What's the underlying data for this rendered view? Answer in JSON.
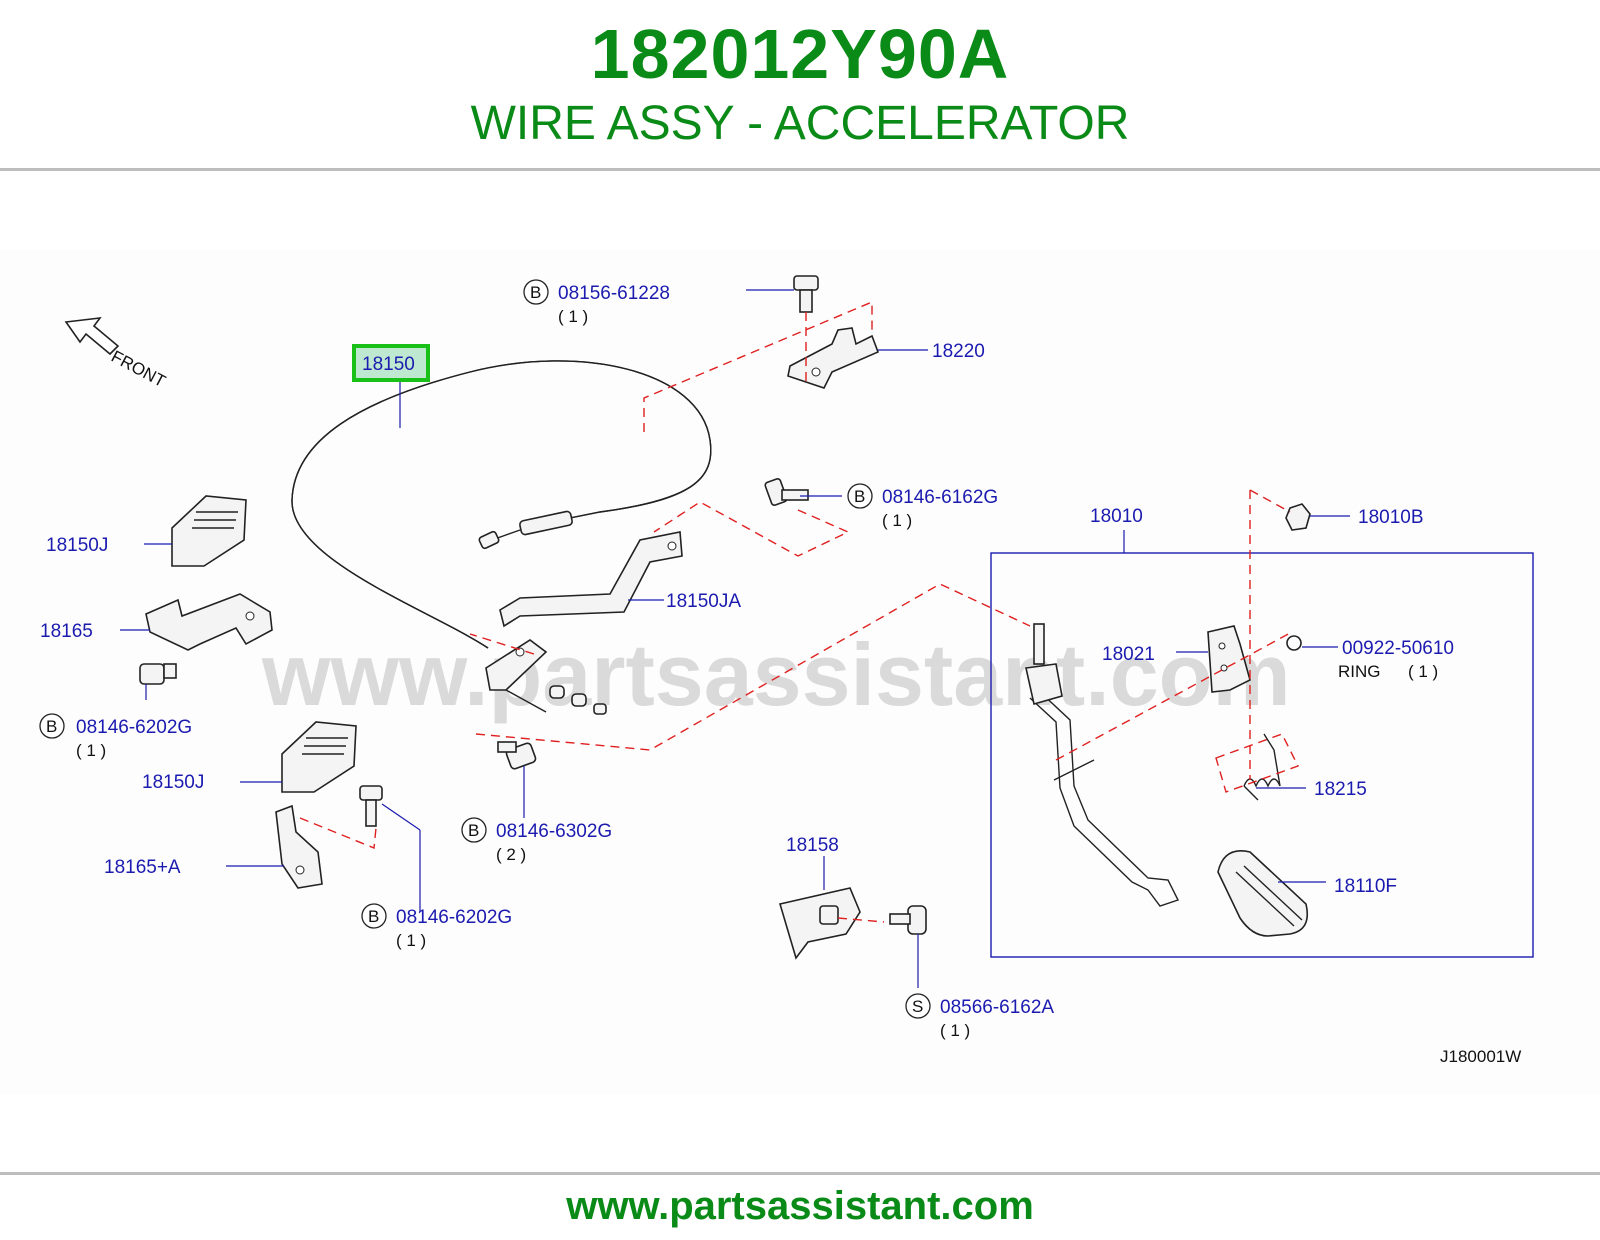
{
  "header": {
    "part_number": "182012Y90A",
    "part_title": "WIRE ASSY - ACCELERATOR"
  },
  "footer": {
    "url": "www.partsassistant.com"
  },
  "diagram": {
    "watermark": "www.partsassistant.com",
    "front_label": "FRONT",
    "figure_code": "J180001W",
    "highlight_color": "#18c018",
    "label_color": "#1b1bb0",
    "title_color": "#0a8a16",
    "callouts": {
      "c18150": {
        "text": "18150"
      },
      "c18220": {
        "text": "18220"
      },
      "c18010": {
        "text": "18010"
      },
      "c18010B": {
        "text": "18010B"
      },
      "c18150J_a": {
        "text": "18150J"
      },
      "c18165": {
        "text": "18165"
      },
      "c18150JA": {
        "text": "18150JA"
      },
      "c18021": {
        "text": "18021"
      },
      "c00922": {
        "text": "00922-50610",
        "note": "RING",
        "qty": "( 1 )"
      },
      "c18150J_b": {
        "text": "18150J"
      },
      "c18215": {
        "text": "18215"
      },
      "c18165A": {
        "text": "18165+A"
      },
      "c18158": {
        "text": "18158"
      },
      "c18110F": {
        "text": "18110F"
      },
      "b08156": {
        "prefix": "B",
        "text": "08156-61228",
        "qty": "( 1 )"
      },
      "b08146_6162": {
        "prefix": "B",
        "text": "08146-6162G",
        "qty": "( 1 )"
      },
      "b08146_6202_a": {
        "prefix": "B",
        "text": "08146-6202G",
        "qty": "( 1 )"
      },
      "b08146_6302": {
        "prefix": "B",
        "text": "08146-6302G",
        "qty": "( 2 )"
      },
      "b08146_6202_b": {
        "prefix": "B",
        "text": "08146-6202G",
        "qty": "( 1 )"
      },
      "s08566": {
        "prefix": "S",
        "text": "08566-6162A",
        "qty": "( 1 )"
      }
    }
  }
}
